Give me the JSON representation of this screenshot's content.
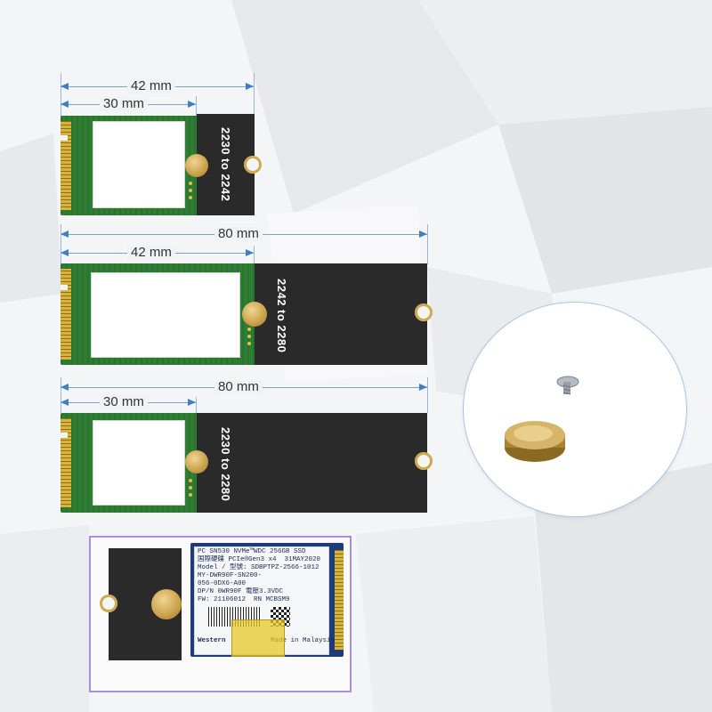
{
  "dimensions": {
    "row1_outer": "42 mm",
    "row1_inner": "30 mm",
    "row2_outer": "80 mm",
    "row2_inner": "42 mm",
    "row3_outer": "80 mm",
    "row3_inner": "30 mm"
  },
  "plates": {
    "plate1_label": "2230 to 2242",
    "plate2_label": "2242 to 2280",
    "plate3_label": "2230 to 2280"
  },
  "ssd_label": {
    "line1": "PC SN530 NVMe™WDC 256GB SSD",
    "line2": "国際硬碟 PCIe®Gen3 x4  31MAY2020",
    "line3": "Model / 型號: SDBPTPZ-2566-1012",
    "line4": "MY-DWR90F-SN200-",
    "line5": "056-0DX6-A00",
    "line6": "DP/N 0WR90F 電壓3.3VDC",
    "line7": "FW: 21106012  RN MCBSM9",
    "line8": "Western",
    "line9": "Made in Malaysia"
  },
  "colors": {
    "dimension_line": "#7aa3d0",
    "pcb_green": "#2e7d32",
    "plate_black": "#2b2a2a",
    "brass": "#c9a04a",
    "frame_purple": "#a98ee6"
  }
}
